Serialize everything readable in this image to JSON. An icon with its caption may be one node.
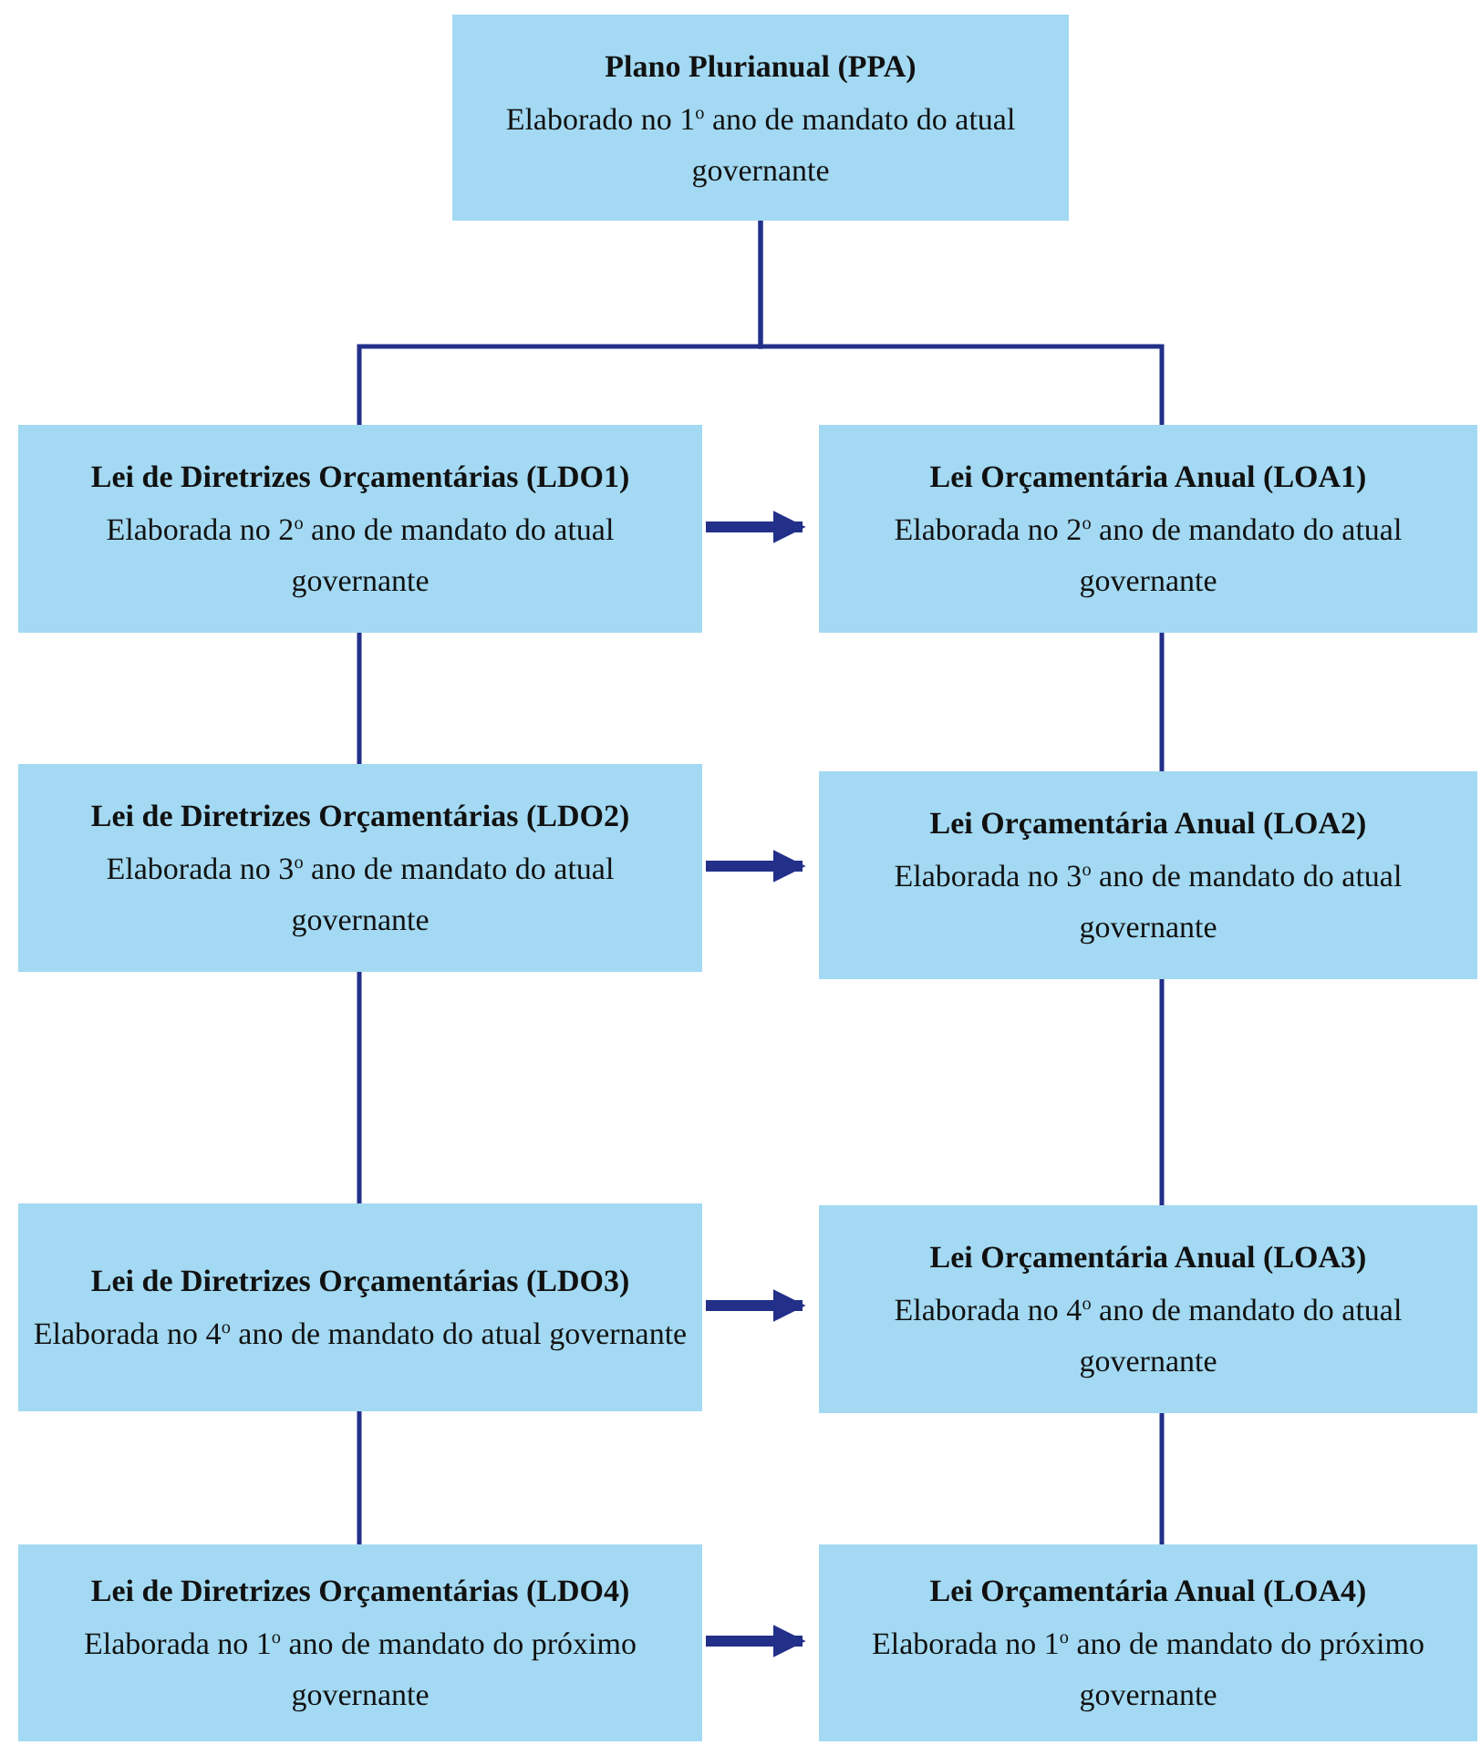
{
  "diagram": {
    "nodes": [
      {
        "text": [
          "Plano Plurianual (PPA)",
          "Elaborado no 1$^{o}$ ano de mandato do atual governante"
        ]
      },
      {
        "text": [
          "Lei de Diretrizes Orçamentárias (LDO1)",
          "Elaborada no 2$^{o}$ ano de mandato do atual governante"
        ]
      },
      {
        "text": [
          "Lei Orçamentária Anual (LOA1)",
          "Elaborada no 2$^{o}$ ano de mandato do atual governante"
        ]
      },
      {
        "text": [
          "Lei de Diretrizes Orçamentárias (LDO2)",
          "Elaborada no 3$^{o}$ ano de mandato do atual governante"
        ]
      },
      {
        "text": [
          "Lei Orçamentária Anual (LOA2)",
          "Elaborada no 3$^{o}$ ano de mandato do atual governante"
        ]
      },
      {
        "text": [
          "Lei de Diretrizes Orçamentárias (LDO3)",
          "Elaborada no 4$^{o}$ ano de mandato do atual governante"
        ]
      },
      {
        "text": [
          "Lei Orçamentária Anual (LOA3)",
          "Elaborada no 4$^{o}$ ano  de mandato do atual governante"
        ]
      },
      {
        "text": [
          "Lei de Diretrizes Orçamentárias (LDO4)",
          "Elaborada no 1$^{o}$ ano de mandato do próximo governante"
        ]
      },
      {
        "text": [
          "Lei Orçamentária Anual (LOA4)",
          "Elaborada no 1$^{o}$ ano de mandato do próximo governante"
        ]
      }
    ],
    "edges": [
      {
        "from": 0,
        "to": 1,
        "arrow": "none"
      },
      {
        "from": 0,
        "to": 2,
        "arrow": "none"
      },
      {
        "from": 1,
        "to": 2,
        "arrow": "to",
        "style": "thick"
      },
      {
        "from": 1,
        "to": 3,
        "arrow": "none"
      },
      {
        "from": 2,
        "to": 4,
        "arrow": "none"
      },
      {
        "from": 3,
        "to": 4,
        "arrow": "to",
        "style": "thick"
      },
      {
        "from": 3,
        "to": 5,
        "arrow": "none"
      },
      {
        "from": 4,
        "to": 6,
        "arrow": "none"
      },
      {
        "from": 5,
        "to": 6,
        "arrow": "to",
        "style": "thick"
      },
      {
        "from": 5,
        "to": 7,
        "arrow": "none"
      },
      {
        "from": 6,
        "to": 8,
        "arrow": "none"
      },
      {
        "from": 7,
        "to": 8,
        "arrow": "to",
        "style": "thick"
      }
    ]
  }
}
